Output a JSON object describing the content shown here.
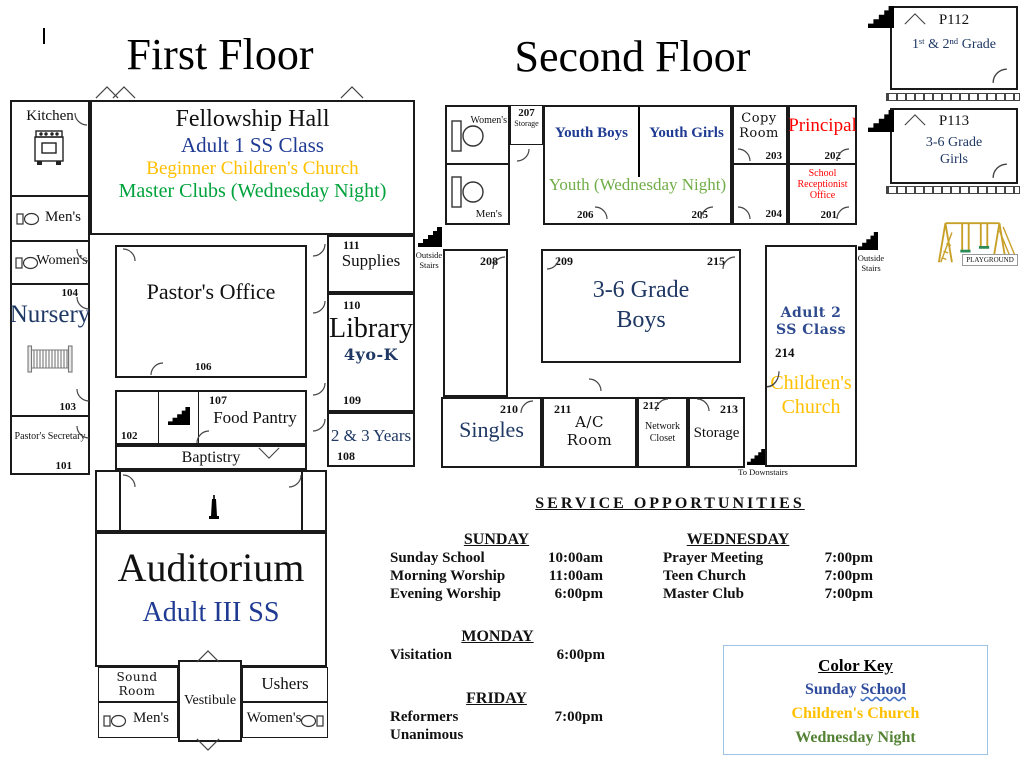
{
  "first_floor": {
    "title": "First Floor",
    "fellowship": {
      "name": "Fellowship Hall",
      "ss": "Adult 1 SS Class",
      "cc": "Beginner Children's Church",
      "wn": "Master Clubs (Wednesday Night)"
    },
    "kitchen": "Kitchen",
    "mens": "Men's",
    "womens": "Women's",
    "nursery": {
      "num_top": "104",
      "name": "Nursery",
      "num_bottom": "103"
    },
    "secretary": {
      "name": "Pastor's Secretary",
      "num": "101"
    },
    "pastors_office": {
      "name": "Pastor's Office",
      "num": "106"
    },
    "supplies": {
      "num": "111",
      "name": "Supplies"
    },
    "library": {
      "num_top": "110",
      "name": "Library",
      "sub": "4yo-K",
      "num_bottom": "109"
    },
    "years": {
      "name": "2 & 3 Years",
      "num": "108"
    },
    "room102": {
      "num": "102"
    },
    "pantry": {
      "num": "107",
      "name": "Food Pantry"
    },
    "baptistry": "Baptistry",
    "auditorium": {
      "name": "Auditorium",
      "ss": "Adult III SS"
    },
    "sound_room": "Sound Room",
    "vestibule": "Vestibule",
    "ushers": "Ushers",
    "mens_lower": "Men's",
    "womens_lower": "Women's"
  },
  "second_floor": {
    "title": "Second Floor",
    "womens": "Women's",
    "mens": "Men's",
    "storage207": {
      "num": "207",
      "name": "Storage"
    },
    "youth": {
      "boys": "Youth Boys",
      "girls": "Youth Girls",
      "wed": "Youth (Wednesday Night)",
      "num_left": "206",
      "num_right": "205"
    },
    "copy": {
      "name": "Copy Room",
      "num": "203"
    },
    "room204": {
      "num": "204"
    },
    "principal": {
      "name": "Principal",
      "num": "202"
    },
    "receptionist": {
      "name": "School Receptionist Office",
      "num": "201"
    },
    "room208": {
      "num": "208"
    },
    "grade_boys": {
      "num_left": "209",
      "num_right": "215",
      "name": "3-6 Grade Boys"
    },
    "singles": {
      "num": "210",
      "name": "Singles"
    },
    "ac": {
      "num": "211",
      "name": "A/C Room"
    },
    "network": {
      "num": "212",
      "name": "Network Closet"
    },
    "storage213": {
      "num": "213",
      "name": "Storage"
    },
    "adult2": {
      "name": "Adult 2 SS Class",
      "num": "214",
      "cc": "Children's Church"
    }
  },
  "stairs": {
    "outside_left": "Outside Stairs",
    "outside_right": "Outside Stairs",
    "downstairs": "To Downstairs"
  },
  "portables": {
    "p112": {
      "name": "P112",
      "grade": "1ˢᵗ & 2ⁿᵈ Grade"
    },
    "p113": {
      "name": "P113",
      "grade": "3-6 Grade Girls"
    }
  },
  "playground": "PLAYGROUND",
  "services": {
    "title": "SERVICE OPPORTUNITIES",
    "sunday": {
      "day": "SUNDAY",
      "rows": [
        {
          "name": "Sunday School",
          "time": "10:00am"
        },
        {
          "name": "Morning Worship",
          "time": "11:00am"
        },
        {
          "name": "Evening Worship",
          "time": "6:00pm"
        }
      ]
    },
    "wednesday": {
      "day": "WEDNESDAY",
      "rows": [
        {
          "name": "Prayer Meeting",
          "time": "7:00pm"
        },
        {
          "name": "Teen Church",
          "time": "7:00pm"
        },
        {
          "name": "Master Club",
          "time": "7:00pm"
        }
      ]
    },
    "monday": {
      "day": "MONDAY",
      "rows": [
        {
          "name": "Visitation",
          "time": "6:00pm"
        }
      ]
    },
    "friday": {
      "day": "FRIDAY",
      "rows": [
        {
          "name": "Reformers",
          "time": "7:00pm"
        },
        {
          "name": "Unanimous",
          "time": ""
        }
      ]
    }
  },
  "color_key": {
    "title": "Color Key",
    "sunday_a": "Sunday",
    "sunday_b": "School",
    "children": "Children's Church",
    "wednesday": "Wednesday Night"
  },
  "colors": {
    "ss_blue": "#1F3A93",
    "room_blue": "#1F3864",
    "children_yellow": "#FFC000",
    "wednesday_green": "#00A23C",
    "youth_green": "#70AD47",
    "key_green": "#548235",
    "principal_red": "#FF0000",
    "key_border": "#9DC3E6"
  }
}
